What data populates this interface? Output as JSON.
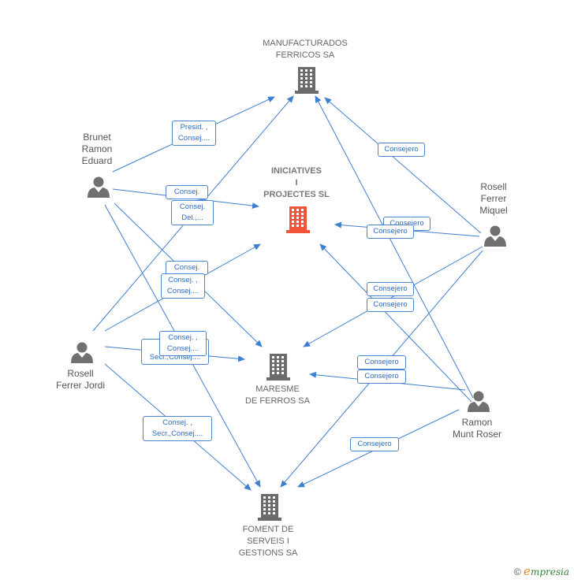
{
  "companies": {
    "manufacturados": {
      "label_lines": [
        "MANUFACTURADOS",
        "FERRICOS SA"
      ]
    },
    "iniciatives": {
      "label_lines": [
        "INICIATIVES",
        "I",
        "PROJECTES SL"
      ]
    },
    "maresme": {
      "label_lines": [
        "MARESME",
        "DE FERROS SA"
      ]
    },
    "foment": {
      "label_lines": [
        "FOMENT DE",
        "SERVEIS I",
        "GESTIONS SA"
      ]
    }
  },
  "persons": {
    "brunet": {
      "label_lines": [
        "Brunet",
        "Ramon",
        "Eduard"
      ]
    },
    "rosell_miquel": {
      "label_lines": [
        "Rosell",
        "Ferrer",
        "Miquel"
      ]
    },
    "rosell_jordi": {
      "label_lines": [
        "Rosell",
        "Ferrer Jordi"
      ]
    },
    "ramon": {
      "label_lines": [
        "Ramon",
        "Munt Roser"
      ]
    }
  },
  "edge_labels": {
    "brunet_manufacturados": [
      "Presid. ,",
      "Consej...."
    ],
    "brunet_iniciatives_a": [
      "Consej."
    ],
    "brunet_iniciatives_b": [
      "Consej.",
      "Del.,..."
    ],
    "brunet_maresme_a": [
      "Consej."
    ],
    "brunet_maresme_b": [
      "Consej. ,",
      "Consej...."
    ],
    "jordi_maresme_a": [
      "Consej. ,"
    ],
    "jordi_maresme_b": [
      "Consej...."
    ],
    "jordi_maresme_c": [
      "Secr.,Consej...."
    ],
    "jordi_foment": [
      "Consej. ,",
      "Secr.,Consej...."
    ],
    "miquel_manufacturados": [
      "Consejero"
    ],
    "miquel_iniciatives_a": [
      "Consejero"
    ],
    "miquel_iniciatives_b": [
      "Consejero"
    ],
    "miquel_maresme": [
      "Consejero"
    ],
    "ramon_iniciatives": [
      "Consejero"
    ],
    "ramon_maresme_a": [
      "Consejero"
    ],
    "ramon_maresme_b": [
      "Consejero"
    ],
    "ramon_foment": [
      "Consejero"
    ]
  },
  "colors": {
    "edge": "#3f7fd0",
    "building": "#6b6b6b",
    "focus_building": "#f0553a",
    "person": "#707070"
  },
  "icons": {
    "company": "building-icon",
    "person": "person-icon"
  },
  "footer": {
    "copyright": "©",
    "brand_initial": "e",
    "brand_rest": "mpresia"
  }
}
